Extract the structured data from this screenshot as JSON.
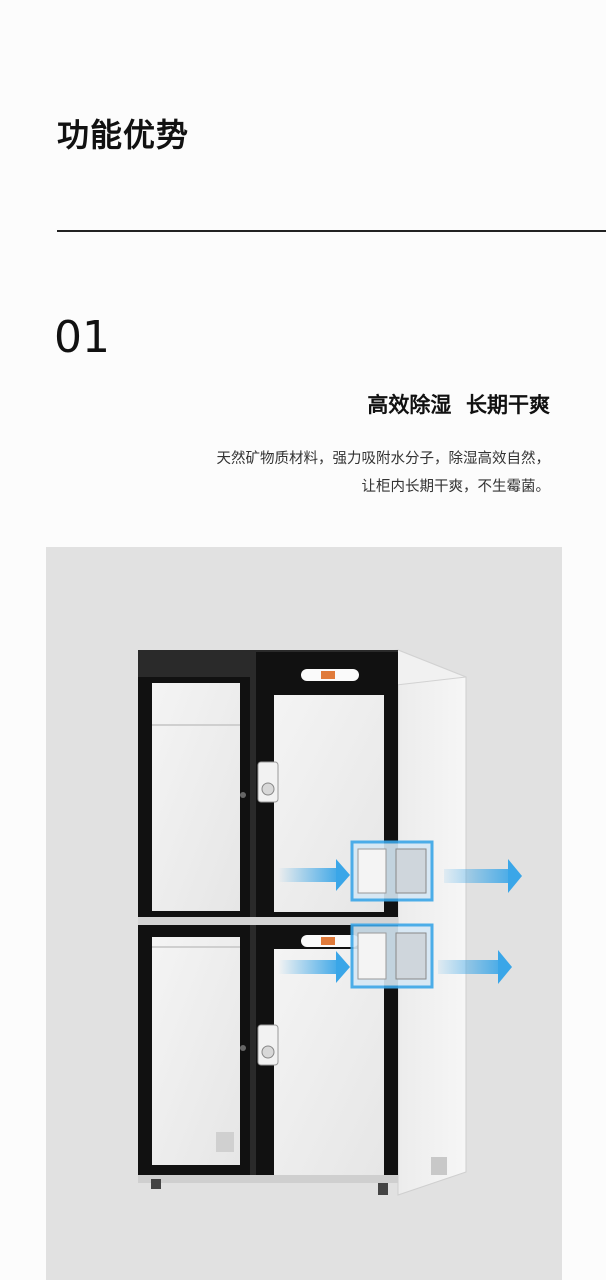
{
  "header": {
    "title": "功能优势"
  },
  "feature": {
    "number": "01",
    "heading": "高效除湿  长期干爽",
    "description_lines": [
      "天然矿物质材料，强力吸附水分子，除湿高效自然，",
      "让柜内长期干爽，不生霉菌。"
    ]
  },
  "illustration": {
    "subject": "dry-cabinet",
    "accent_color": "#3aa6e8",
    "frame_color": "#111111",
    "display_color": "#e07a3a"
  }
}
